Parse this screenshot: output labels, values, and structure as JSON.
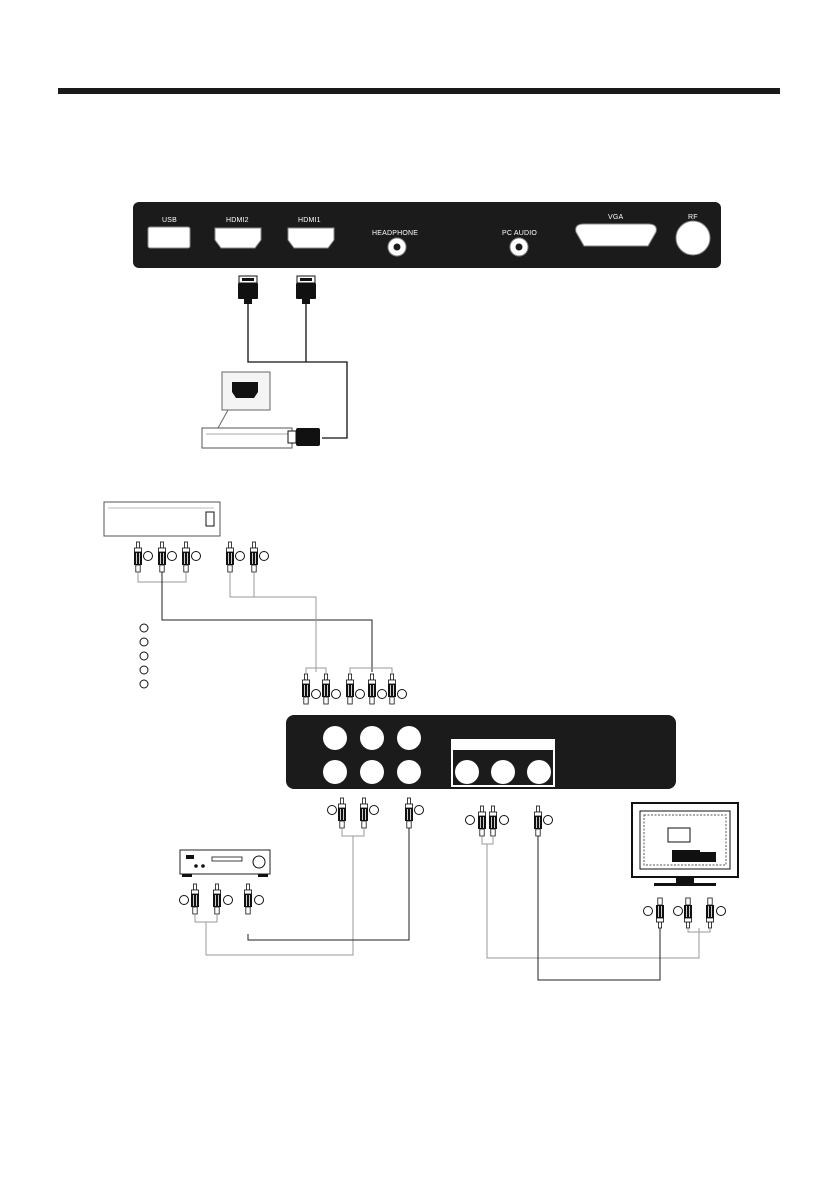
{
  "panel": {
    "ports": [
      "USB",
      "HDMI2",
      "HDMI1",
      "HEADPHONE",
      "PC AUDIO",
      "VGA",
      "RF"
    ]
  }
}
